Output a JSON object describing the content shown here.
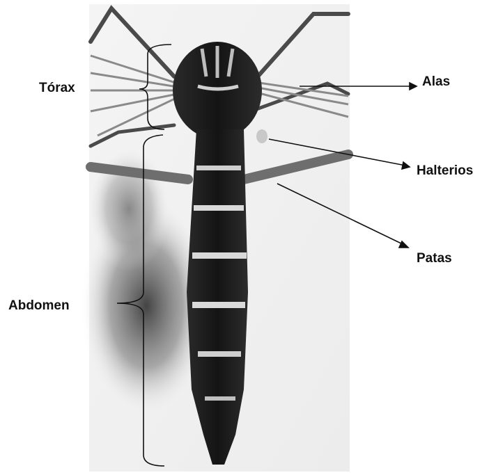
{
  "labels": {
    "torax": "Tórax",
    "abdomen": "Abdomen",
    "alas": "Alas",
    "halterios": "Halterios",
    "patas": "Patas"
  },
  "colors": {
    "background": "#ffffff",
    "body_dark": "#1c1c1c",
    "band_light": "#d9d9d9",
    "leader_line": "#111111"
  }
}
